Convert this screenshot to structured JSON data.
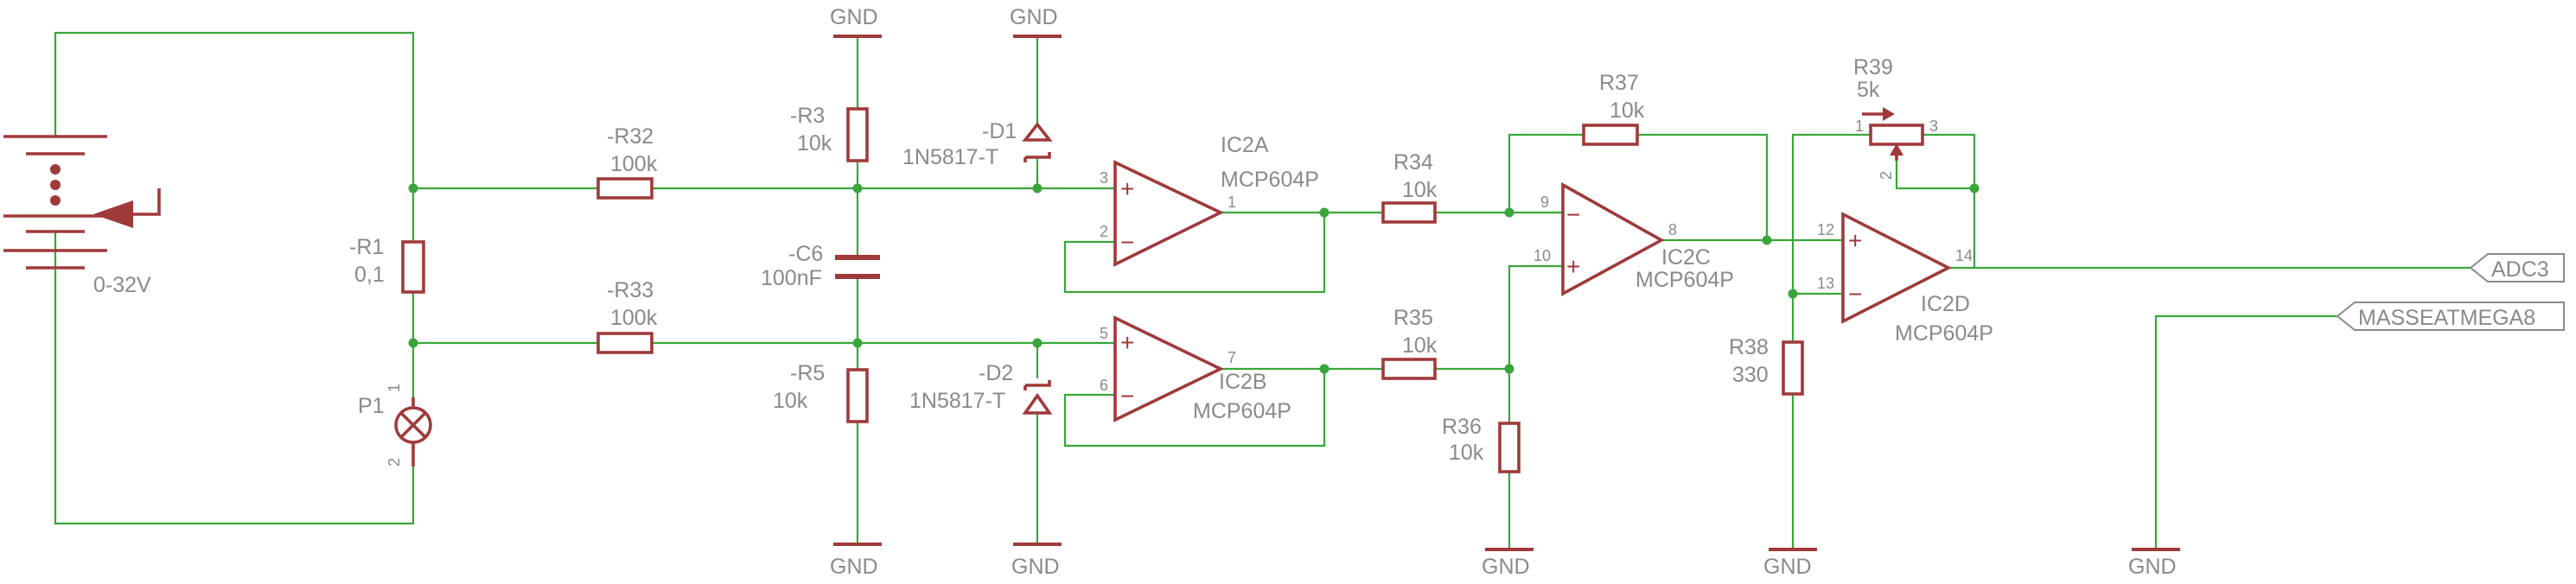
{
  "power": {
    "gnd": "GND"
  },
  "battery": {
    "value": "0-32V"
  },
  "r1": {
    "name": "-R1",
    "value": "0,1"
  },
  "p1": {
    "name": "P1",
    "pin1": "1",
    "pin2": "2"
  },
  "r32": {
    "name": "-R32",
    "value": "100k"
  },
  "r33": {
    "name": "-R33",
    "value": "100k"
  },
  "r3": {
    "name": "-R3",
    "value": "10k"
  },
  "c6": {
    "name": "-C6",
    "value": "100nF"
  },
  "r5": {
    "name": "-R5",
    "value": "10k"
  },
  "d1": {
    "name": "-D1",
    "value": "1N5817-T"
  },
  "d2": {
    "name": "-D2",
    "value": "1N5817-T"
  },
  "ic2a": {
    "name": "IC2A",
    "value": "MCP604P",
    "pin_plus": "3",
    "pin_minus": "2",
    "pin_out": "1"
  },
  "ic2b": {
    "name": "IC2B",
    "value": "MCP604P",
    "pin_plus": "5",
    "pin_minus": "6",
    "pin_out": "7"
  },
  "ic2c": {
    "name": "IC2C",
    "value": "MCP604P",
    "pin_minus": "9",
    "pin_plus": "10",
    "pin_out": "8"
  },
  "ic2d": {
    "name": "IC2D",
    "value": "MCP604P",
    "pin_plus": "12",
    "pin_minus": "13",
    "pin_out": "14"
  },
  "r34": {
    "name": "R34",
    "value": "10k"
  },
  "r35": {
    "name": "R35",
    "value": "10k"
  },
  "r36": {
    "name": "R36",
    "value": "10k"
  },
  "r37": {
    "name": "R37",
    "value": "10k"
  },
  "r38": {
    "name": "R38",
    "value": "330"
  },
  "r39": {
    "name": "R39",
    "value": "5k",
    "pin1": "1",
    "pin2": "2",
    "pin3": "3"
  },
  "nets": {
    "adc": "ADC3",
    "masse": "MASSEATMEGA8"
  },
  "signs": {
    "plus": "+",
    "minus": "−"
  }
}
